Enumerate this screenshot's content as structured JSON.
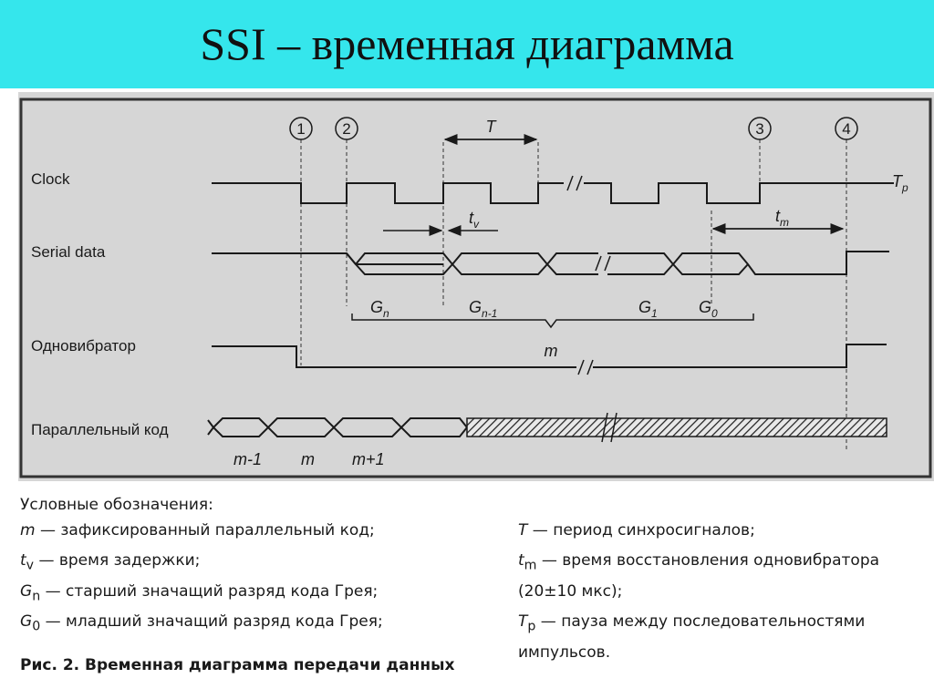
{
  "title": "SSI – временная диаграмма",
  "diagram": {
    "signals": {
      "clock": "Clock",
      "serial": "Serial data",
      "mono": "Одновибратор",
      "parallel": "Параллельный код"
    },
    "markers": [
      "1",
      "2",
      "3",
      "4"
    ],
    "period": "T",
    "tv": {
      "main": "t",
      "sub": "v"
    },
    "tm": {
      "main": "t",
      "sub": "m"
    },
    "tp": {
      "main": "T",
      "sub": "p"
    },
    "bits": [
      {
        "main": "G",
        "sub": "n"
      },
      {
        "main": "G",
        "sub": "n-1"
      },
      {
        "main": "G",
        "sub": "1"
      },
      {
        "main": "G",
        "sub": "0"
      }
    ],
    "m_label": "m",
    "words": [
      "m-1",
      "m",
      "m+1"
    ]
  },
  "legend": {
    "heading": "Условные обозначения:",
    "left": [
      {
        "sym": "m",
        "sub": "",
        "text": " — зафиксированный параллельный код;"
      },
      {
        "sym": "t",
        "sub": "v",
        "text": " — время задержки;"
      },
      {
        "sym": "G",
        "sub": "n",
        "text": " — старший значащий разряд кода Грея;"
      },
      {
        "sym": "G",
        "sub": "0",
        "text": " — младший значащий разряд кода Грея;"
      }
    ],
    "right": [
      {
        "sym": "T",
        "sub": "",
        "text": " — период синхросигналов;"
      },
      {
        "sym": "t",
        "sub": "m",
        "text": " — время восстановления одновибратора"
      },
      {
        "sym": "",
        "sub": "",
        "text": "(20±10 мкс);"
      },
      {
        "sym": "T",
        "sub": "p",
        "text": " — пауза между последовательностями"
      },
      {
        "sym": "",
        "sub": "",
        "text": "импульсов."
      }
    ]
  },
  "caption": "Рис. 2. Временная диаграмма передачи данных",
  "colors": {
    "title_bg": "#35e6ec",
    "figure_bg": "#d6d6d6",
    "ink": "#1a1a1a"
  }
}
